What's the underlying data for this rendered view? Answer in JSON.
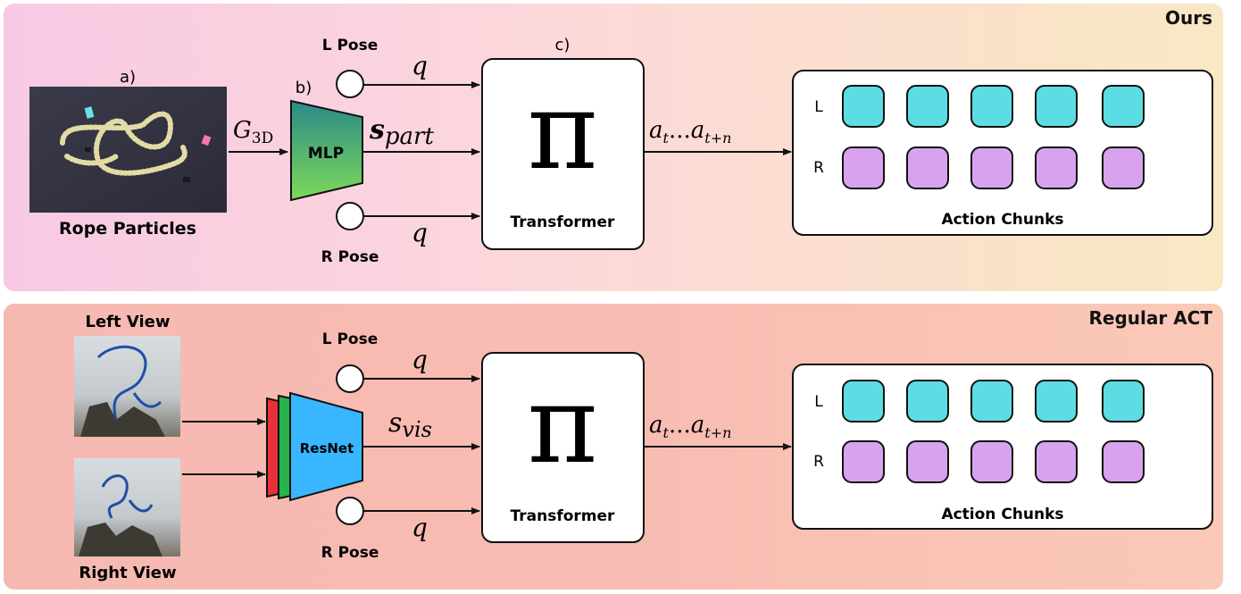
{
  "top": {
    "title": "Ours",
    "marker_a": "a)",
    "marker_b": "b)",
    "marker_c": "c)",
    "input_caption": "Rope Particles",
    "input_symbol": "G",
    "input_symbol_sub": "3D",
    "encoder_label": "MLP",
    "state_symbol": "s",
    "state_symbol_sub": "part",
    "l_pose": "L Pose",
    "r_pose": "R Pose",
    "q_top": "q",
    "q_bot": "q",
    "policy_symbol": "π",
    "policy_label": "Transformer",
    "action_a": "a",
    "action_sub_t": "t",
    "action_dots": "...",
    "action_sub_tn": "t+n",
    "chunks_label": "Action Chunks",
    "row_l": "L",
    "row_r": "R"
  },
  "bottom": {
    "title": "Regular ACT",
    "left_view": "Left View",
    "right_view": "Right View",
    "encoder_label": "ResNet",
    "state_symbol": "s",
    "state_symbol_sub": "vis",
    "l_pose": "L Pose",
    "r_pose": "R Pose",
    "q_top": "q",
    "q_bot": "q",
    "policy_symbol": "π",
    "policy_label": "Transformer",
    "action_a": "a",
    "action_sub_t": "t",
    "action_dots": "...",
    "action_sub_tn": "t+n",
    "chunks_label": "Action Chunks",
    "row_l": "L",
    "row_r": "R"
  },
  "colors": {
    "chunk_left": "#5cdde3",
    "chunk_right": "#d9a2ee",
    "mlp_top": "#2a8a8a",
    "mlp_bottom": "#7ed957",
    "resnet_blue": "#38b6ff",
    "resnet_green": "#2ab24a",
    "resnet_red": "#e8303a"
  }
}
